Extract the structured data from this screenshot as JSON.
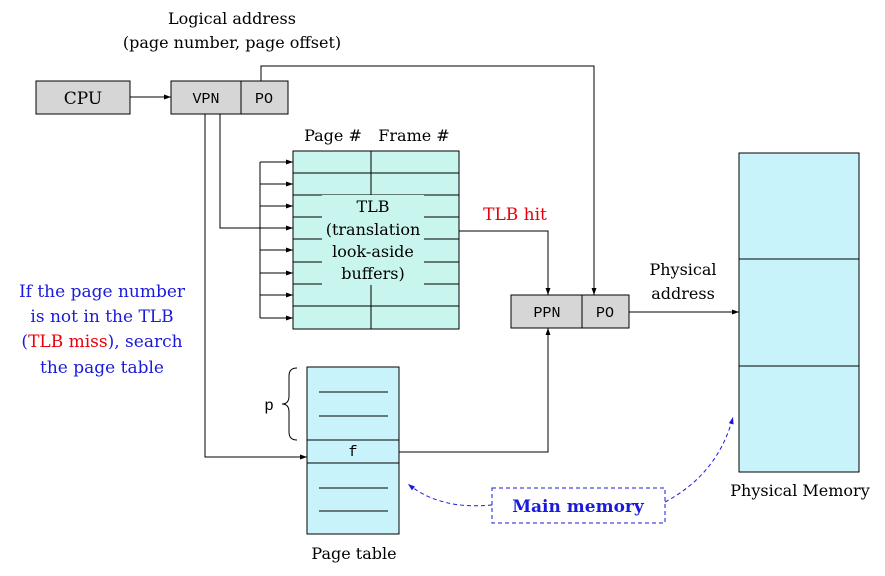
{
  "colors": {
    "cyan_fill": "#c8f5ee",
    "memory_fill": "#c8f3fb",
    "gray_fill": "#d6d6d6",
    "red": "#e8000b",
    "blue": "#1a1adb",
    "line": "#000000"
  },
  "logical_address": {
    "line1": "Logical address",
    "line2": "(page number, page offset)"
  },
  "cpu": {
    "label": "CPU"
  },
  "virtual_address": {
    "vpn": "VPN",
    "po": "PO"
  },
  "tlb": {
    "col_page": "Page #",
    "col_frame": "Frame #",
    "line1": "TLB",
    "line2": "(translation",
    "line3": "look-aside",
    "line4": "buffers)",
    "hit_label": "TLB hit"
  },
  "physical_address_box": {
    "ppn": "PPN",
    "po": "PO"
  },
  "physical_address_label": {
    "line1": "Physical",
    "line2": "address"
  },
  "physical_memory": {
    "label": "Physical Memory"
  },
  "tlb_miss_note": {
    "line1": "If the page number",
    "line2": "is not in the TLB",
    "line3_open": "(",
    "line3_red": "TLB miss",
    "line3_close": "), search",
    "line4": "the page table"
  },
  "page_table": {
    "p_label": "p",
    "f_label": "f",
    "label": "Page table"
  },
  "main_memory": {
    "label": "Main memory"
  }
}
